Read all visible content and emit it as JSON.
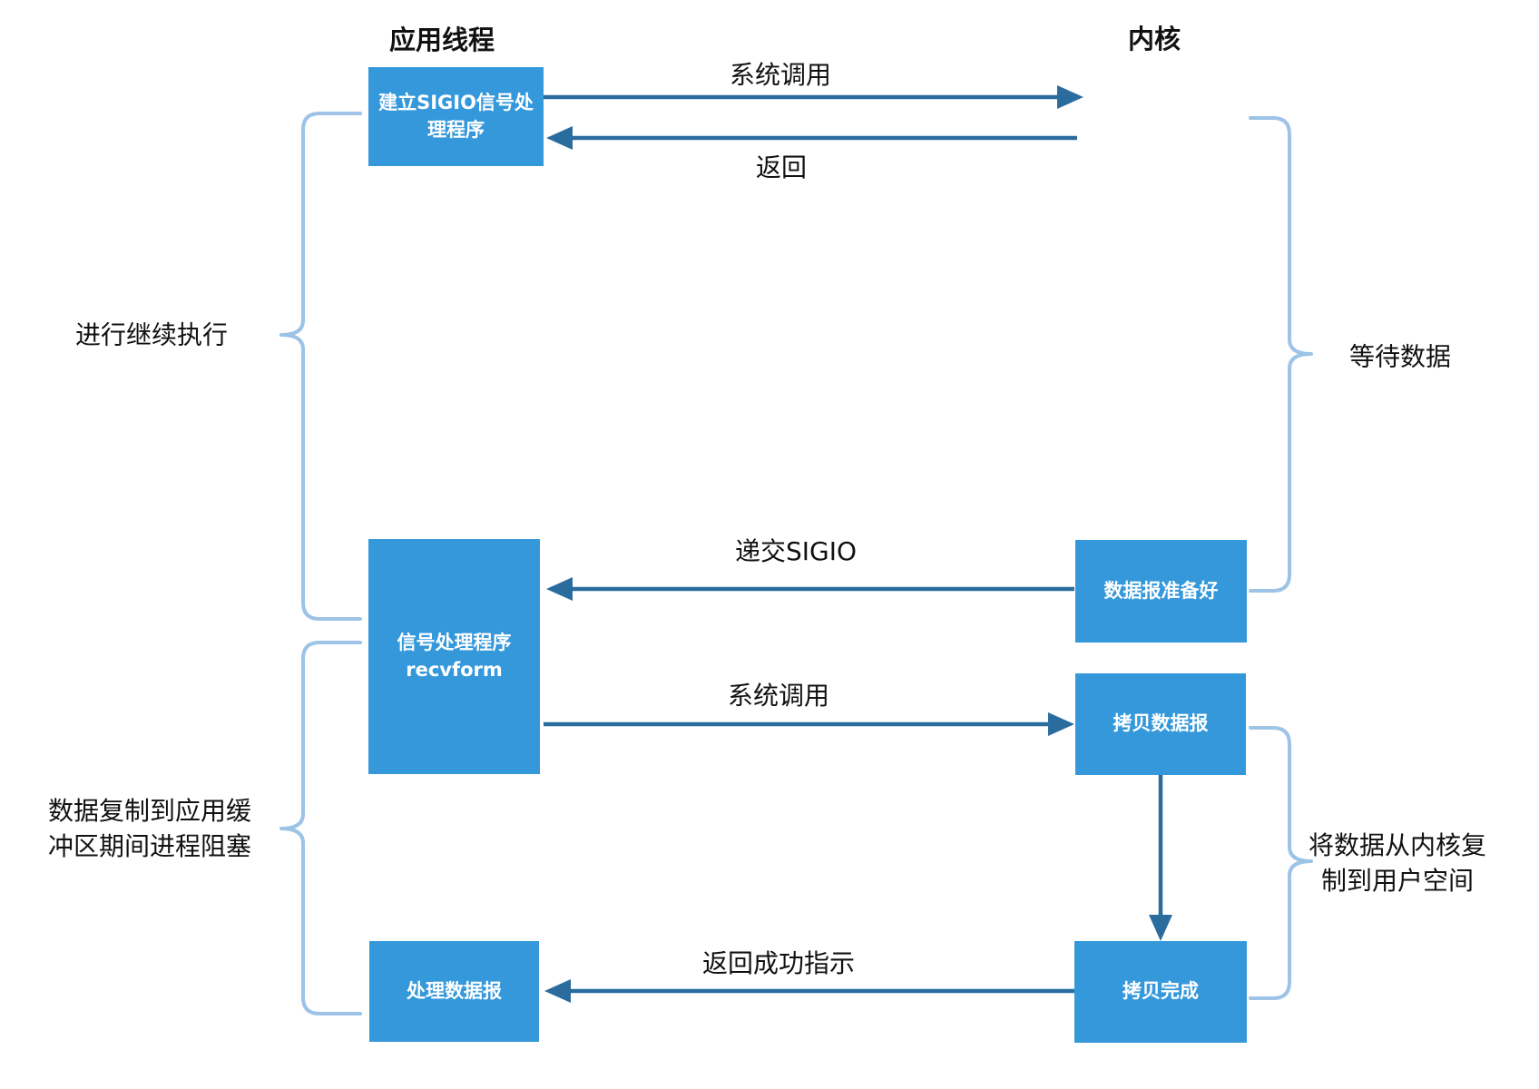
{
  "headers": {
    "app_thread": "应用线程",
    "kernel": "内核"
  },
  "boxes": {
    "setup": {
      "line1": "建立SIGIO信号处",
      "line2": "理程序"
    },
    "handler": {
      "line1": "信号处理程序",
      "line2": "recvform"
    },
    "process": {
      "line1": "处理数据报",
      "line2": ""
    },
    "ready": {
      "line1": "数据报准备好",
      "line2": ""
    },
    "copy": {
      "line1": "拷贝数据报",
      "line2": ""
    },
    "done": {
      "line1": "拷贝完成",
      "line2": ""
    }
  },
  "arrows": {
    "syscall1": "系统调用",
    "return1": "返回",
    "sigio": "递交SIGIO",
    "syscall2": "系统调用",
    "success": "返回成功指示"
  },
  "annotations": {
    "continue_exec": "进行继续执行",
    "block_line1": "数据复制到应用缓",
    "block_line2": "冲区期间进程阻塞",
    "wait_data": "等待数据",
    "copy_line1": "将数据从内核复",
    "copy_line2": "制到用户空间"
  },
  "colors": {
    "box": "#3498db",
    "arrow": "#2b6c9e",
    "brace": "#9dc3e6",
    "text": "#111111",
    "box_text": "#ffffff"
  }
}
